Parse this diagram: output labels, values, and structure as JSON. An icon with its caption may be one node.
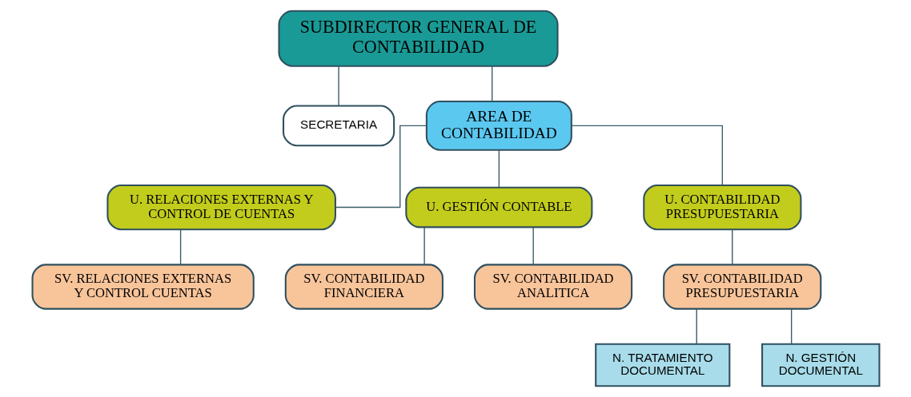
{
  "diagram": {
    "nodes": [
      {
        "text": [
          "SUBDIRECTOR GENERAL DE CONTABILIDAD"
        ]
      },
      {
        "text": [
          "SECRETARIA"
        ]
      },
      {
        "text": [
          "AREA DE CONTABILIDAD"
        ]
      },
      {
        "text": [
          "U. RELACIONES EXTERNAS Y CONTROL DE CUENTAS"
        ]
      },
      {
        "text": [
          "U. GESTIÓN CONTABLE"
        ]
      },
      {
        "text": [
          "U. CONTABILIDAD PRESUPUESTARIA"
        ]
      },
      {
        "text": [
          "SV. RELACIONES EXTERNAS Y CONTROL CUENTAS"
        ]
      },
      {
        "text": [
          "SV. CONTABILIDAD FINANCIERA"
        ]
      },
      {
        "text": [
          "SV. CONTABILIDAD ANALITICA"
        ]
      },
      {
        "text": [
          "SV. CONTABILIDAD PRESUPUESTARIA"
        ]
      },
      {
        "text": [
          "N. TRATAMIENTO DOCUMENTAL"
        ]
      },
      {
        "text": [
          "N. GESTIÓN DOCUMENTAL"
        ]
      }
    ],
    "edges": [
      {
        "from": 0,
        "to": 1,
        "arrow": "none"
      },
      {
        "from": 0,
        "to": 2,
        "arrow": "none"
      },
      {
        "from": 2,
        "to": 3,
        "arrow": "none"
      },
      {
        "from": 2,
        "to": 4,
        "arrow": "none"
      },
      {
        "from": 2,
        "to": 5,
        "arrow": "none"
      },
      {
        "from": 3,
        "to": 6,
        "arrow": "none"
      },
      {
        "from": 4,
        "to": 7,
        "arrow": "none"
      },
      {
        "from": 4,
        "to": 8,
        "arrow": "none"
      },
      {
        "from": 5,
        "to": 9,
        "arrow": "none"
      },
      {
        "from": 9,
        "to": 10,
        "arrow": "none"
      },
      {
        "from": 9,
        "to": 11,
        "arrow": "none"
      }
    ]
  }
}
